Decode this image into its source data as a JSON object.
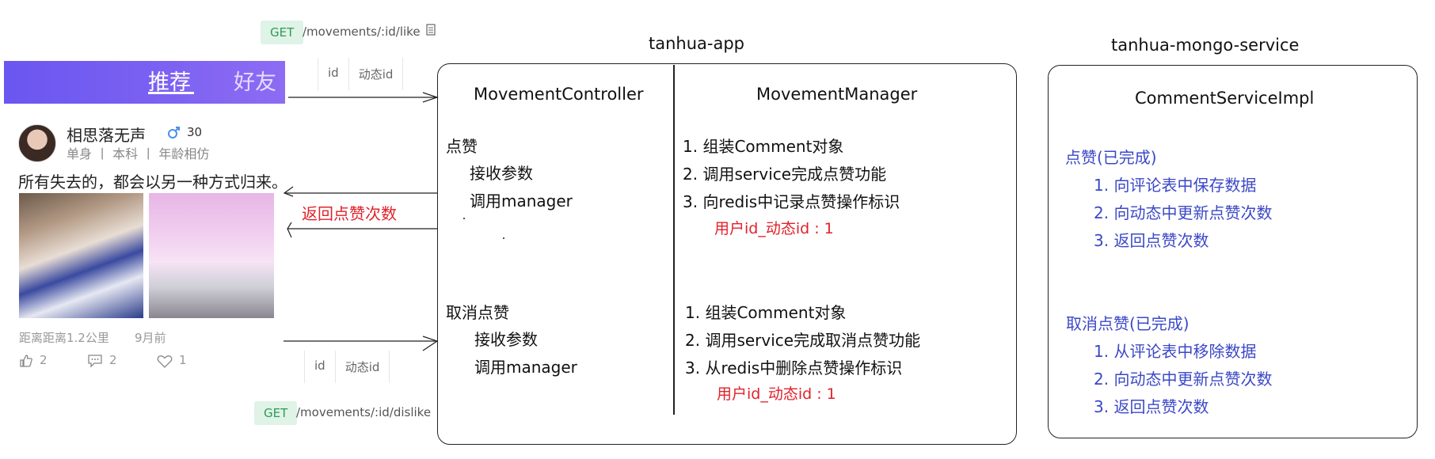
{
  "request_like": {
    "method": "GET",
    "path": "/movements/:id/like",
    "params": [
      "id",
      "动态id"
    ]
  },
  "request_dislike": {
    "method": "GET",
    "path": "/movements/:id/dislike",
    "params": [
      "id",
      "动态id"
    ]
  },
  "return_label": "返回点赞次数",
  "phone": {
    "tabs": [
      "推荐",
      "好友"
    ],
    "user_name": "相思落无声",
    "gender_age": "30",
    "tags": "单身 丨 本科 丨 年龄相仿",
    "post_text": "所有失去的，都会以另一种方式归来。",
    "distance": "距离距离1.2公里",
    "time": "9月前",
    "like_count": "2",
    "comment_count": "2",
    "love_count": "1"
  },
  "app": {
    "title": "tanhua-app",
    "controller": {
      "title": "MovementController",
      "like": {
        "heading": "点赞",
        "steps": [
          "接收参数",
          "调用manager"
        ]
      },
      "unlike": {
        "heading": "取消点赞",
        "steps": [
          "接收参数",
          "调用manager"
        ]
      }
    },
    "manager": {
      "title": "MovementManager",
      "like_steps": [
        "1. 组装Comment对象",
        "2. 调用service完成点赞功能",
        "3. 向redis中记录点赞操作标识"
      ],
      "like_key": "用户id_动态id : 1",
      "unlike_steps": [
        "1. 组装Comment对象",
        "2. 调用service完成取消点赞功能",
        "3. 从redis中删除点赞操作标识"
      ],
      "unlike_key": "用户id_动态id : 1"
    }
  },
  "mongo": {
    "title": "tanhua-mongo-service",
    "impl_title": "CommentServiceImpl",
    "like": {
      "heading": "点赞(已完成)",
      "steps": [
        "1. 向评论表中保存数据",
        "2. 向动态中更新点赞次数",
        "3. 返回点赞次数"
      ]
    },
    "unlike": {
      "heading": "取消点赞(已完成)",
      "steps": [
        "1. 从评论表中移除数据",
        "2. 向动态中更新点赞次数",
        "3. 返回点赞次数"
      ]
    }
  },
  "colors": {
    "red": "#e0222a",
    "blue": "#3b48c7",
    "get_green": "#2f9a5a",
    "tab_purple": "#7b5ef2"
  },
  "icons": [
    "copy-icon",
    "gender-icon",
    "thumb-up-icon",
    "comment-icon",
    "heart-icon"
  ]
}
